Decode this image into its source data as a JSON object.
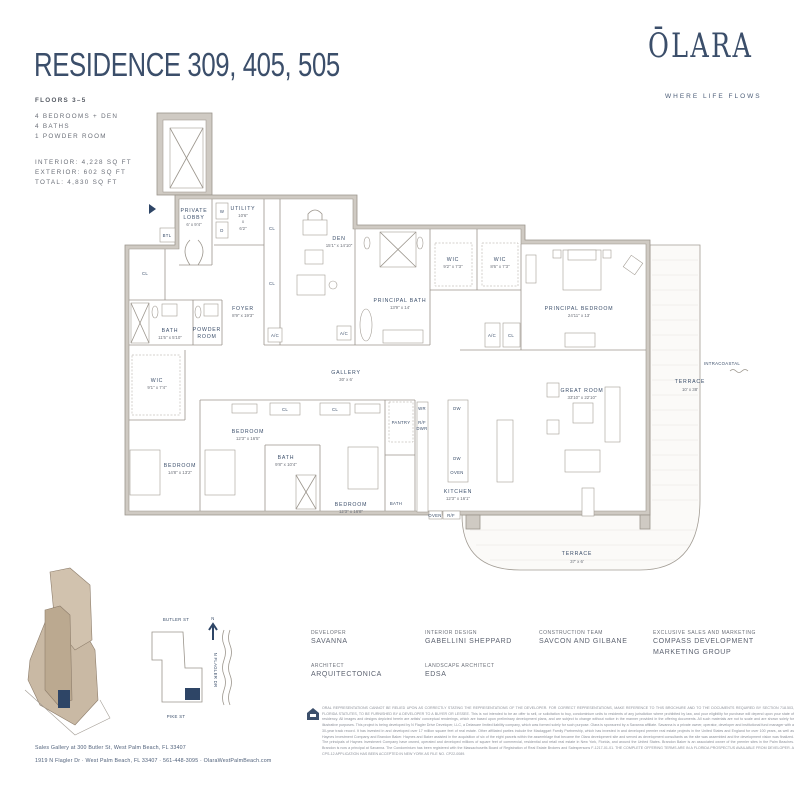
{
  "header": {
    "title": "RESIDENCE 309, 405, 505",
    "logo": "ŌLARA",
    "tagline": "WHERE LIFE FLOWS"
  },
  "unit_info": {
    "floors": "FLOORS 3–5",
    "rooms": [
      "4 BEDROOMS + DEN",
      "4 BATHS",
      "1 POWDER ROOM"
    ],
    "areas": [
      "INTERIOR: 4,228 SQ FT",
      "EXTERIOR: 602 SQ FT",
      "TOTAL: 4,830 SQ FT"
    ]
  },
  "floorplan": {
    "rooms": {
      "private_lobby": {
        "name": "PRIVATE\nLOBBY",
        "line1": "PRIVATE",
        "line2": "LOBBY",
        "dim": "6' x 9'4\""
      },
      "btl": "BTL",
      "utility": {
        "name": "UTILITY",
        "dim1": "10'6\"",
        "dim2": "x",
        "dim3": "6'2\""
      },
      "washer": "W",
      "dryer": "D",
      "den": {
        "name": "DEN",
        "dim": "15'1\" x 14'10\""
      },
      "closet": "CL",
      "foyer": {
        "name": "FOYER",
        "dim": "8'9\" x 19'3\""
      },
      "bath_main": {
        "name": "BATH",
        "dim": "11'5\" x 5'10\""
      },
      "powder": {
        "line1": "POWDER",
        "line2": "ROOM"
      },
      "ac": "A/C",
      "principal_bath": {
        "name": "PRINCIPAL BATH",
        "dim": "13'9\" x 14'"
      },
      "wic_1": {
        "name": "WIC",
        "dim": "9'2\" x 7'3\""
      },
      "wic_2": {
        "name": "WIC",
        "dim": "8'6\" x 7'3\""
      },
      "principal_bedroom": {
        "name": "PRINCIPAL BEDROOM",
        "dim": "24'11\" x 13'"
      },
      "gallery": {
        "name": "GALLERY",
        "dim": "30' x 6'"
      },
      "wic_3": {
        "name": "WIC",
        "dim": "9'1\" x 7'4\""
      },
      "bedroom_1": {
        "name": "BEDROOM",
        "dim": "14'8\" x 13'2\""
      },
      "bedroom_2": {
        "name": "BEDROOM",
        "dim": "12'3\" x 16'5\""
      },
      "bath_2": {
        "name": "BATH",
        "dim": "9'8\" x 10'4\""
      },
      "bedroom_3": {
        "name": "BEDROOM",
        "dim": "12'3\" x 16'8\""
      },
      "bath_3": "BATH",
      "pantry": "PANTRY",
      "wr": "WR",
      "rf_dwr": {
        "line1": "R/F",
        "line2": "DWR"
      },
      "dw": "DW",
      "oven": "OVEN",
      "rf": "R/F",
      "kitchen": {
        "name": "KITCHEN",
        "dim": "12'3\" x 16'1\""
      },
      "great_room": {
        "name": "GREAT ROOM",
        "dim": "33'10\" x 22'10\""
      },
      "terrace_east": {
        "name": "TERRACE",
        "dim": "10' x 38'"
      },
      "terrace_south": {
        "name": "TERRACE",
        "dim": "37' x 6'"
      }
    },
    "intracoastal": "INTRACOASTAL",
    "entry_marker_color": "#2e4566",
    "wall_color": "#cfcac3"
  },
  "site_map": {
    "street_north": "BUTLER ST",
    "street_south": "PIKE ST",
    "street_east": "N FLAGLER DR",
    "north": "N",
    "highlight_color": "#2e4566"
  },
  "credits": [
    {
      "label": "DEVELOPER",
      "value": "SAVANNA"
    },
    {
      "label": "INTERIOR DESIGN",
      "value": "GABELLINI SHEPPARD"
    },
    {
      "label": "CONSTRUCTION TEAM",
      "value": "SAVCON AND GILBANE"
    },
    {
      "label": "EXCLUSIVE SALES AND MARKETING",
      "value": "COMPASS DEVELOPMENT",
      "value2": "MARKETING GROUP"
    },
    {
      "label": "ARCHITECT",
      "value": "ARQUITECTONICA"
    },
    {
      "label": "LANDSCAPE ARCHITECT",
      "value": "EDSA"
    }
  ],
  "disclaimer": "ORAL REPRESENTATIONS CANNOT BE RELIED UPON AS CORRECTLY STATING THE REPRESENTATIONS OF THE DEVELOPER. FOR CORRECT REPRESENTATIONS, MAKE REFERENCE TO THIS BROCHURE AND TO THE DOCUMENTS REQUIRED BY SECTION 718.503, FLORIDA STATUTES, TO BE FURNISHED BY A DEVELOPER TO A BUYER OR LESSEE. This is not intended to be an offer to sell, or solicitation to buy, condominium units to residents of any jurisdiction where prohibited by law, and your eligibility for purchase will depend upon your state of residency. All images and designs depicted herein are artists' conceptual renderings, which are based upon preliminary development plans, and are subject to change without notice in the manner provided in the offering documents. All such materials are not to scale and are shown solely for illustrative purposes. This project is being developed by N Flagler Drive Developer, LLC, a Delaware limited liability company, which was formed solely for such purpose. Olara is sponsored by a Savanna affiliate. Savanna is a private owner, operator, developer and institutional fund manager with a 30-year track record. It has invested in and developed over 17 million square feet of real estate. Other affiliated parties include the Maclaggart Family Partnership, which has invested in and developed premier real estate projects in the United States and England for over 100 years, as well as Haynes Investment Company and Brandon Baker. Haynes and Baker assisted in the acquisition of six of the eight parcels within the assemblage that became the Olara development site and served as development consultants as the site was assembled and the development vision was finalized. The principals of Haynes Investment Company have owned, operated and developed millions of square feet of commercial, residential and retail real estate in New York, Florida, and around the United States. Brandon Baker is an associated owner of the premier sites in the Palm Beaches. Brandon is now a principal at Savanna. The Condominium has been registered with the Massachusetts Board of Registration of Real Estate Brokers and Salespersons F-1217-01-01. THE COMPLETE OFFERING TERMS ARE IN A FLORIDA PROSPECTUS AVAILABLE FROM DEVELOPER. A CPS-12 APPLICATION HAS BEEN ACCEPTED IN NEW YORK AS FILE NO. CP22-0089.",
  "footer": {
    "sales_gallery": "Sales Gallery at 300 Butler St, West Palm Beach, FL 33407",
    "address": "1919 N Flagler Dr  ·  West Palm Beach, FL 33407  ·  561-448-3095  ·  OlaraWestPalmBeach.com"
  }
}
